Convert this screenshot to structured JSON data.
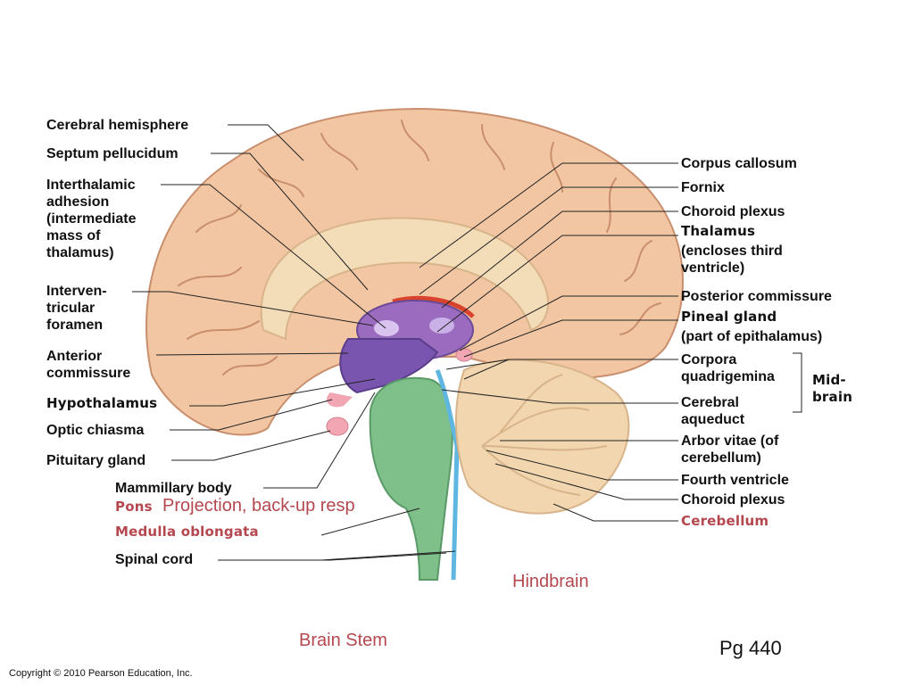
{
  "labels": {
    "cerebral_hemisphere": "Cerebral hemisphere",
    "septum_pellucidum": "Septum pellucidum",
    "interthalamic": [
      "Interthalamic",
      "adhesion",
      "(intermediate",
      "mass of",
      "thalamus)"
    ],
    "interventricular": [
      "Interven-",
      "tricular",
      "foramen"
    ],
    "anterior_commissure": [
      "Anterior",
      "commissure"
    ],
    "hypothalamus": "Hypothalamus",
    "optic_chiasma": "Optic chiasma",
    "pituitary_gland": "Pituitary gland",
    "mammillary_body": "Mammillary body",
    "pons": "Pons",
    "medulla_oblongata": "Medulla oblongata",
    "spinal_cord": "Spinal cord",
    "corpus_callosum": "Corpus callosum",
    "fornix": "Fornix",
    "choroid_plexus_top": "Choroid plexus",
    "thalamus": "Thalamus",
    "thalamus_note": [
      "(encloses third",
      "ventricle)"
    ],
    "posterior_commissure": "Posterior commissure",
    "pineal_gland": "Pineal gland",
    "pineal_note": "(part of epithalamus)",
    "corpora_quadrigemina": [
      "Corpora",
      "quadrigemina"
    ],
    "midbrain": [
      "Mid-",
      "brain"
    ],
    "cerebral_aqueduct": [
      "Cerebral",
      "aqueduct"
    ],
    "arbor_vitae": [
      "Arbor vitae (of",
      "cerebellum)"
    ],
    "fourth_ventricle": "Fourth ventricle",
    "choroid_plexus_bottom": "Choroid plexus",
    "cerebellum": "Cerebellum"
  },
  "annotations": {
    "projection": "Projection, back-up resp",
    "hindbrain": "Hindbrain",
    "brain_stem": "Brain Stem",
    "page": "Pg 440",
    "copyright": "Copyright © 2010 Pearson Education, Inc."
  },
  "colors": {
    "cortex": "#f2c6a3",
    "cortex_dark": "#c98f6c",
    "corpus_callosum": "#f3dcb8",
    "thalamus": "#9a6bbf",
    "hypothalamus": "#7a55b0",
    "brainstem": "#7fbf8a",
    "ventricle": "#5fb6e0",
    "cerebellum": "#f2d6b0",
    "pituitary": "#f2a6b3",
    "red_text": "#b5474f"
  }
}
